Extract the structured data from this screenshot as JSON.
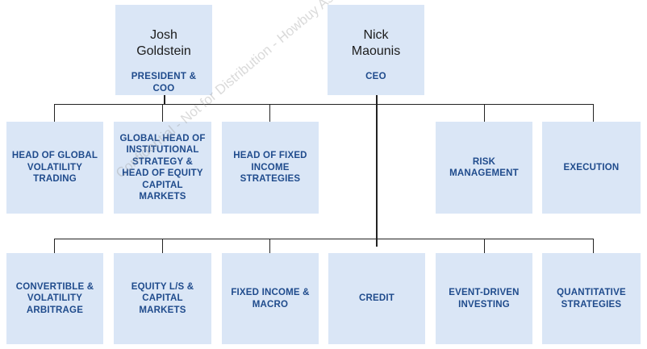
{
  "executives": [
    {
      "name_line1": "Josh",
      "name_line2": "Goldstein",
      "title_line1": "PRESIDENT &",
      "title_line2": "COO"
    },
    {
      "name_line1": "Nick",
      "name_line2": "Maounis",
      "title_line1": "CEO",
      "title_line2": ""
    }
  ],
  "row1": [
    {
      "lines": [
        "HEAD OF GLOBAL",
        "VOLATILITY",
        "TRADING"
      ]
    },
    {
      "lines": [
        "GLOBAL HEAD OF",
        "INSTITUTIONAL",
        "STRATEGY &",
        "HEAD OF EQUITY",
        "CAPITAL",
        "MARKETS"
      ]
    },
    {
      "lines": [
        "HEAD OF FIXED",
        "INCOME",
        "STRATEGIES"
      ]
    },
    {
      "lines": [
        "RISK",
        "MANAGEMENT"
      ]
    },
    {
      "lines": [
        "EXECUTION"
      ]
    }
  ],
  "row2": [
    {
      "lines": [
        "CONVERTIBLE &",
        "VOLATILITY",
        "ARBITRAGE"
      ]
    },
    {
      "lines": [
        "EQUITY L/S &",
        "CAPITAL",
        "MARKETS"
      ]
    },
    {
      "lines": [
        "FIXED INCOME &",
        "MACRO"
      ]
    },
    {
      "lines": [
        "CREDIT"
      ]
    },
    {
      "lines": [
        "EVENT-DRIVEN",
        "INVESTING"
      ]
    },
    {
      "lines": [
        "QUANTITATIVE",
        "STRATEGIES"
      ]
    }
  ],
  "watermark": "Confidential - Not for Distribution - Howbuy Asset Managemer"
}
